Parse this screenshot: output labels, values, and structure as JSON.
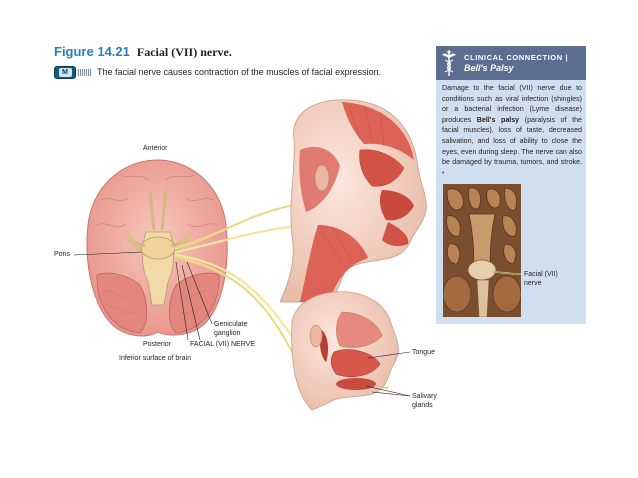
{
  "figure": {
    "number": "Figure 14.21",
    "title": "Facial (VII) nerve.",
    "caption": "The facial nerve causes contraction of the muscles of facial expression.",
    "badge_glyph": "M"
  },
  "clinical_connection": {
    "label": "CLINICAL CONNECTION",
    "separator": "|",
    "title": "Bell's Palsy",
    "text_part1": "Damage to the facial (VII) nerve due to conditions such as viral infection (shingles) or a bacterial infection (Lyme disease) produces ",
    "bold_term": "Bell's palsy",
    "text_part2": " (paralysis of the facial muscles), loss of taste, decreased salivation, and loss of ability to close the eyes, even during sleep. The nerve can also be damaged by trauma, tumors, and stroke.",
    "end_mark": "•",
    "photo_label": "Facial (VII) nerve"
  },
  "labels": {
    "anterior": "Anterior",
    "pons": "Pons",
    "posterior": "Posterior",
    "inferior_surface": "Inferior surface of brain",
    "geniculate": "Geniculate ganglion",
    "facial_nerve": "FACIAL (VII) NERVE",
    "tongue": "Tongue",
    "salivary": "Salivary glands"
  },
  "colors": {
    "nerve": "#f2e69a",
    "brain": "#f0a99e",
    "muscle": "#d9564a",
    "skin": "#f4d3c3",
    "box_bg": "#cfdff0",
    "box_header": "#5b6d91",
    "figure_blue": "#2a7db5"
  }
}
